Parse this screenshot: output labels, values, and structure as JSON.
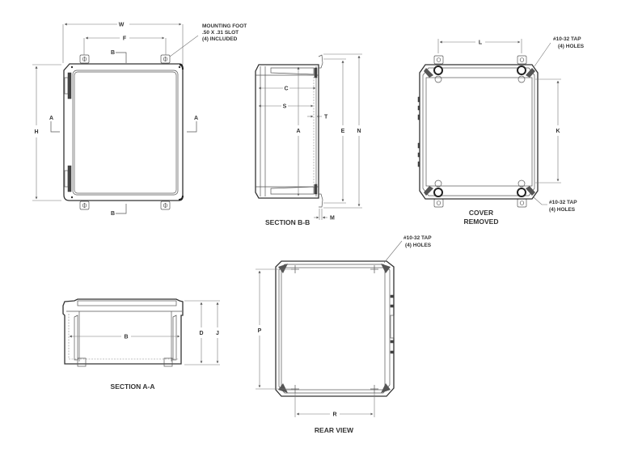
{
  "diagram": {
    "views": {
      "front": {
        "dimensions": {
          "width": "W",
          "foot_spacing": "F",
          "height": "H"
        },
        "section_markers": {
          "top": "B",
          "bottom": "B",
          "left": "A",
          "right": "A"
        },
        "callout": {
          "line1": "MOUNTING FOOT",
          "line2": ".50 X .31 SLOT",
          "line3": "(4) INCLUDED"
        }
      },
      "section_bb": {
        "caption": "SECTION B-B",
        "dimensions": {
          "c": "C",
          "s": "S",
          "t": "T",
          "a": "A",
          "e": "E",
          "n": "N",
          "m": "M"
        }
      },
      "cover_removed": {
        "caption_line1": "COVER",
        "caption_line2": "REMOVED",
        "dimensions": {
          "l": "L",
          "k": "K"
        },
        "callout_top": {
          "line1": "#10-32 TAP",
          "line2": "(4) HOLES"
        },
        "callout_bottom": {
          "line1": "#10-32 TAP",
          "line2": "(4) HOLES"
        }
      },
      "section_aa": {
        "caption": "SECTION A-A",
        "dimensions": {
          "b": "B",
          "d": "D",
          "j": "J"
        }
      },
      "rear": {
        "caption": "REAR VIEW",
        "dimensions": {
          "p": "P",
          "r": "R"
        },
        "callout": {
          "line1": "#10-32 TAP",
          "line2": "(4) HOLES"
        }
      }
    }
  }
}
